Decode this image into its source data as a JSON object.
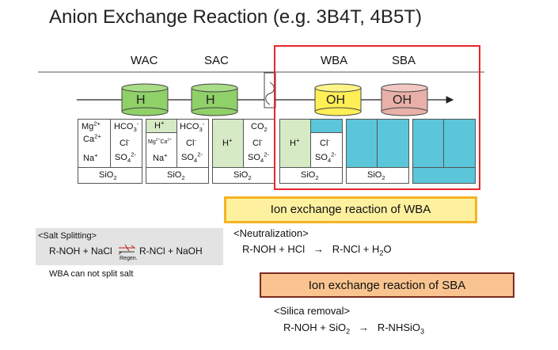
{
  "title": "Anion Exchange Reaction (e.g. 3B4T, 4B5T)",
  "columns": {
    "wac": "WAC",
    "sac": "SAC",
    "wba": "WBA",
    "sba": "SBA"
  },
  "vessels": {
    "wac": "H",
    "sac": "H",
    "wba": "OH",
    "sba": "OH"
  },
  "colors": {
    "h_vessel": "#8fd068",
    "wba_vessel": "#ffee55",
    "sba_vessel": "#e8b0a8",
    "green_cell": "#d6eac5",
    "cyan_cell": "#5bc6d9",
    "highlight_frame": "#e8242c",
    "wba_banner_fill": "#fdf1a0",
    "wba_banner_border": "#f5b323",
    "sba_banner_fill": "#f9c48f",
    "sba_banner_border": "#7a2a20"
  },
  "banners": {
    "wba": "Ion exchange reaction of WBA",
    "sba": "Ion exchange reaction of SBA"
  },
  "salt_splitting": {
    "header": "<Salt Splitting>",
    "left": "R-NOH + NaCl",
    "right": "R-NCl + NaOH",
    "regen": "Regen.",
    "note": "WBA can not split salt"
  },
  "neutralization": {
    "header": "<Neutralization>",
    "equation_left": "R-NOH + HCl",
    "arrow": "→",
    "equation_right": "R-NCl + H"
  },
  "silica_removal": {
    "header": "<Silica removal>",
    "equation_left": "R-NOH + SiO",
    "arrow": "→",
    "equation_right": "R-NHSiO"
  }
}
